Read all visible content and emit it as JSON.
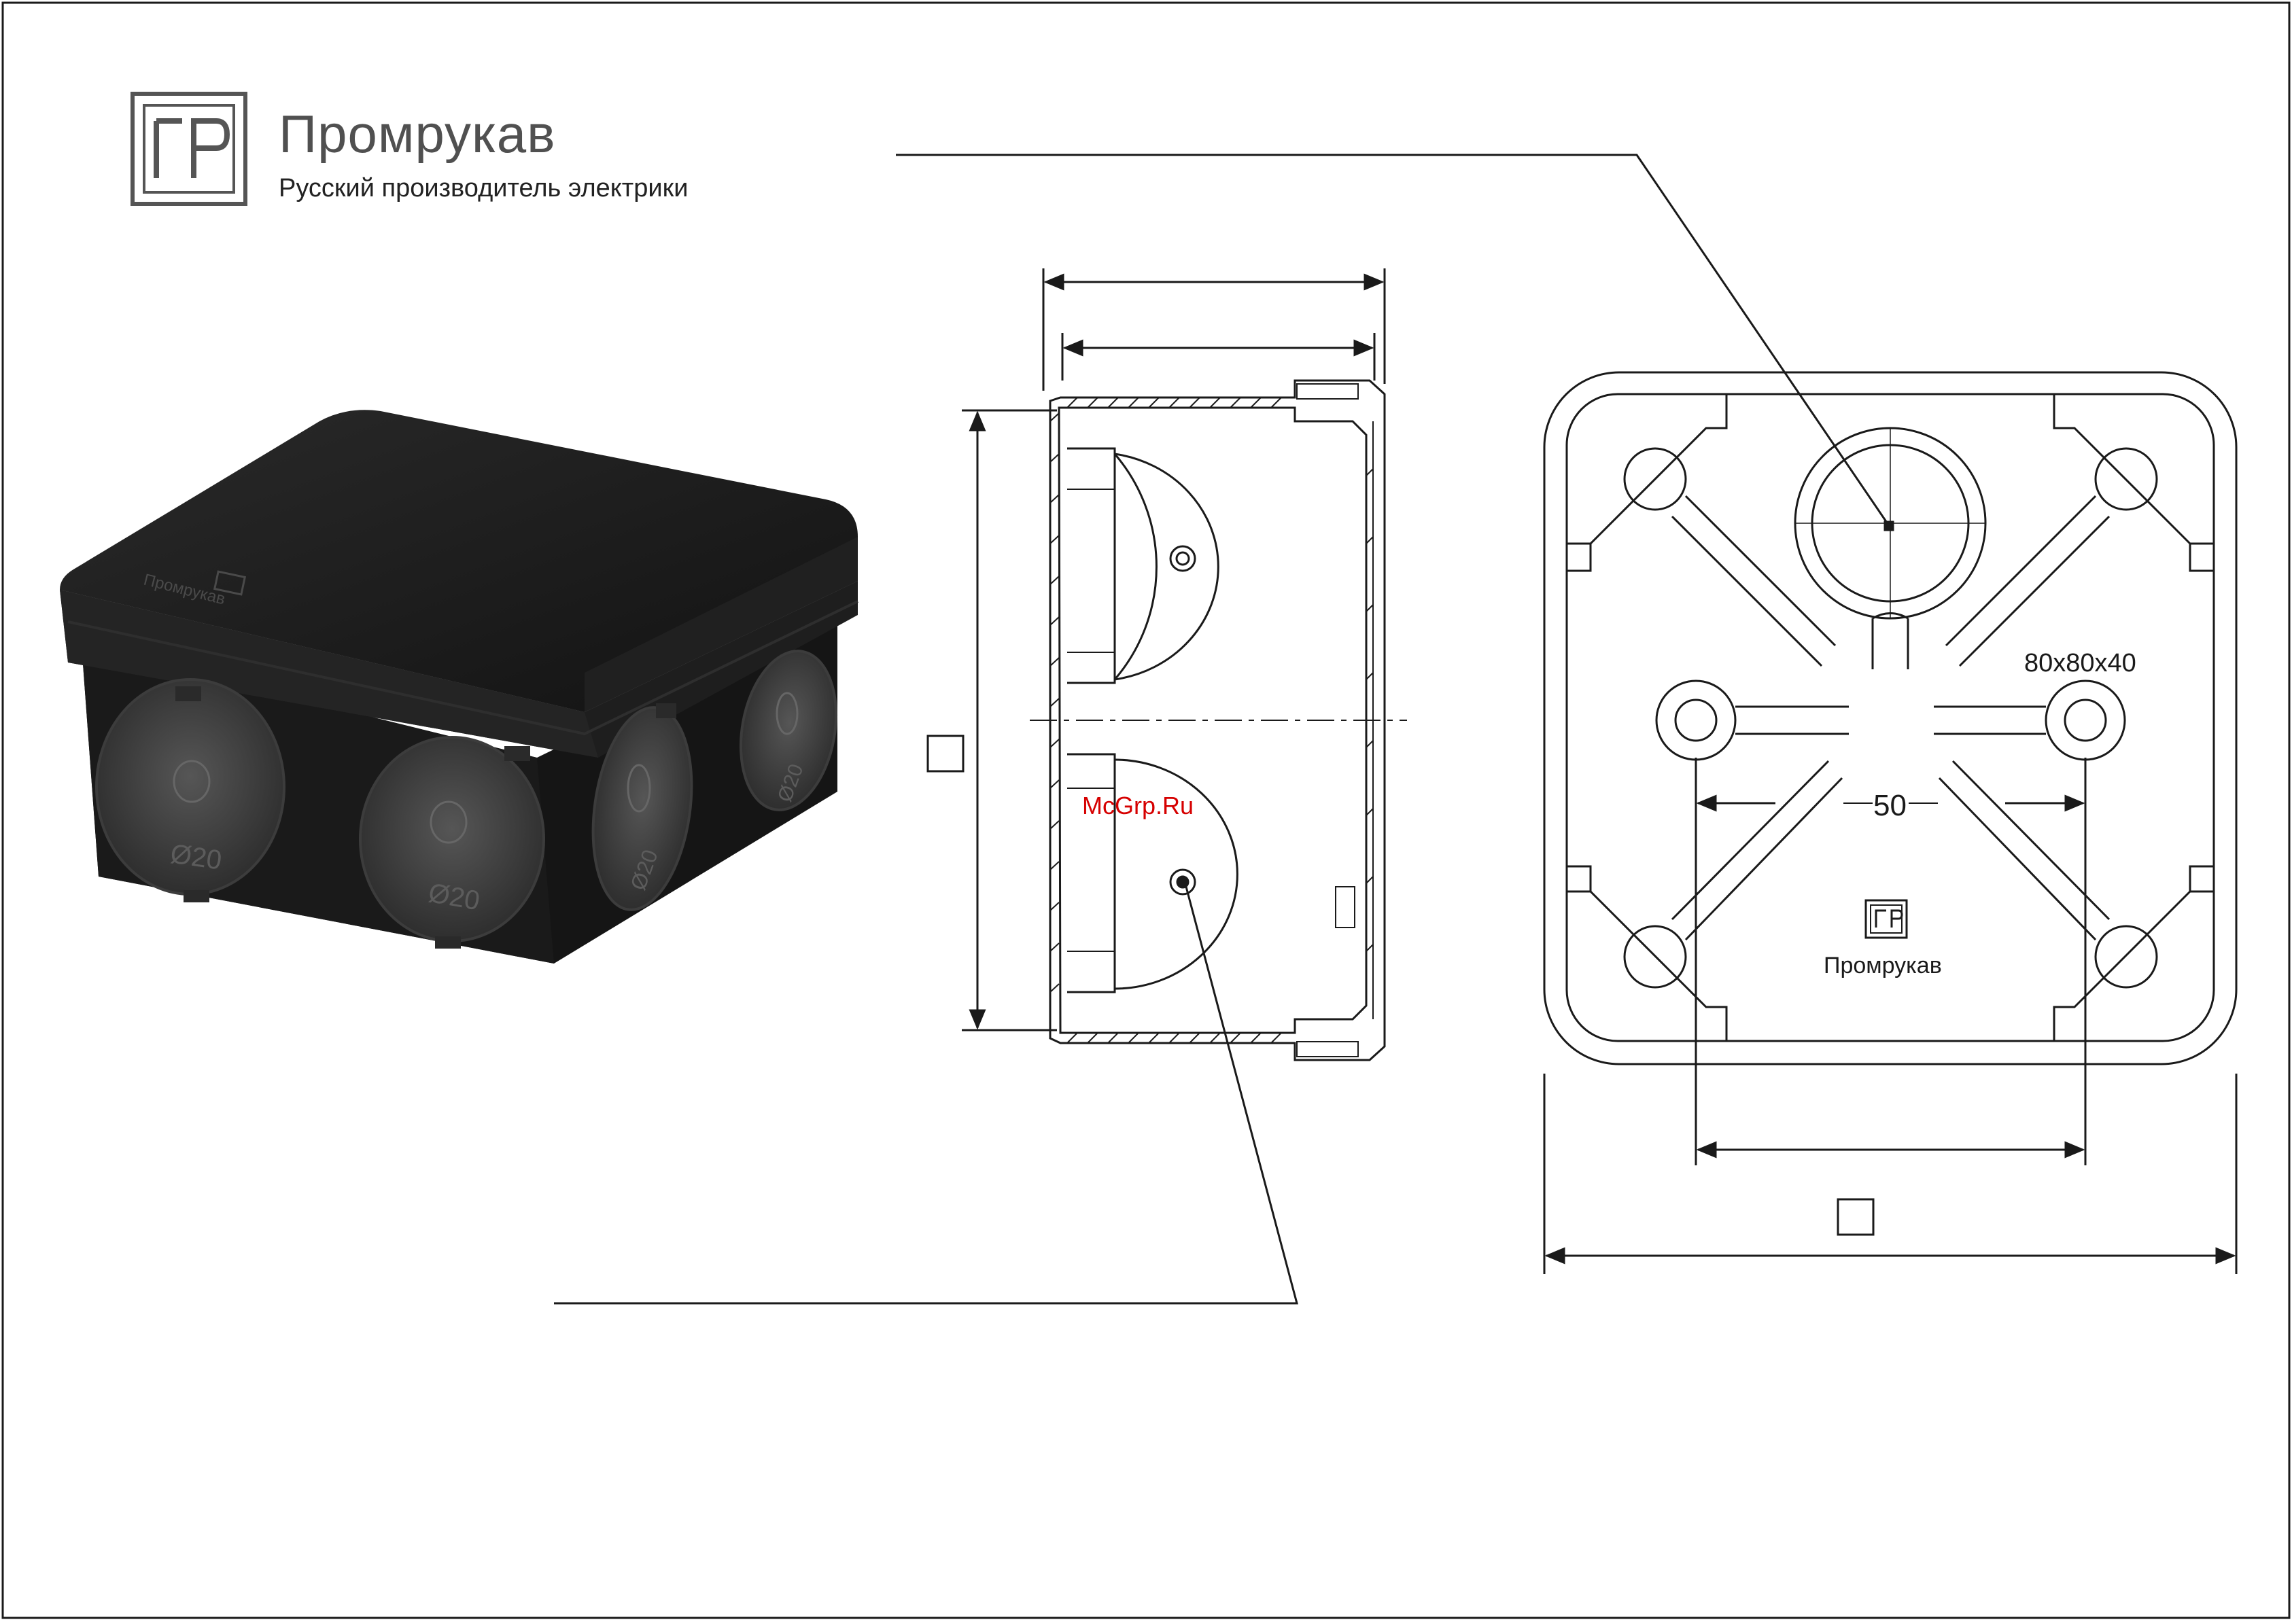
{
  "brand": {
    "name": "Промрукав",
    "tagline": "Русский производитель электрики",
    "logo_letters": "ГР"
  },
  "product_render": {
    "knockout_label": "Ø20",
    "lid_brand": "Промрукав"
  },
  "drawing": {
    "size_label": "80x80x40",
    "mount_spacing": "50",
    "embossed_brand": "Промрукав",
    "watermark": "McGrp.Ru"
  },
  "colors": {
    "body": "#1c1c1c",
    "line": "#1a1a1a",
    "watermark": "#d60000"
  }
}
